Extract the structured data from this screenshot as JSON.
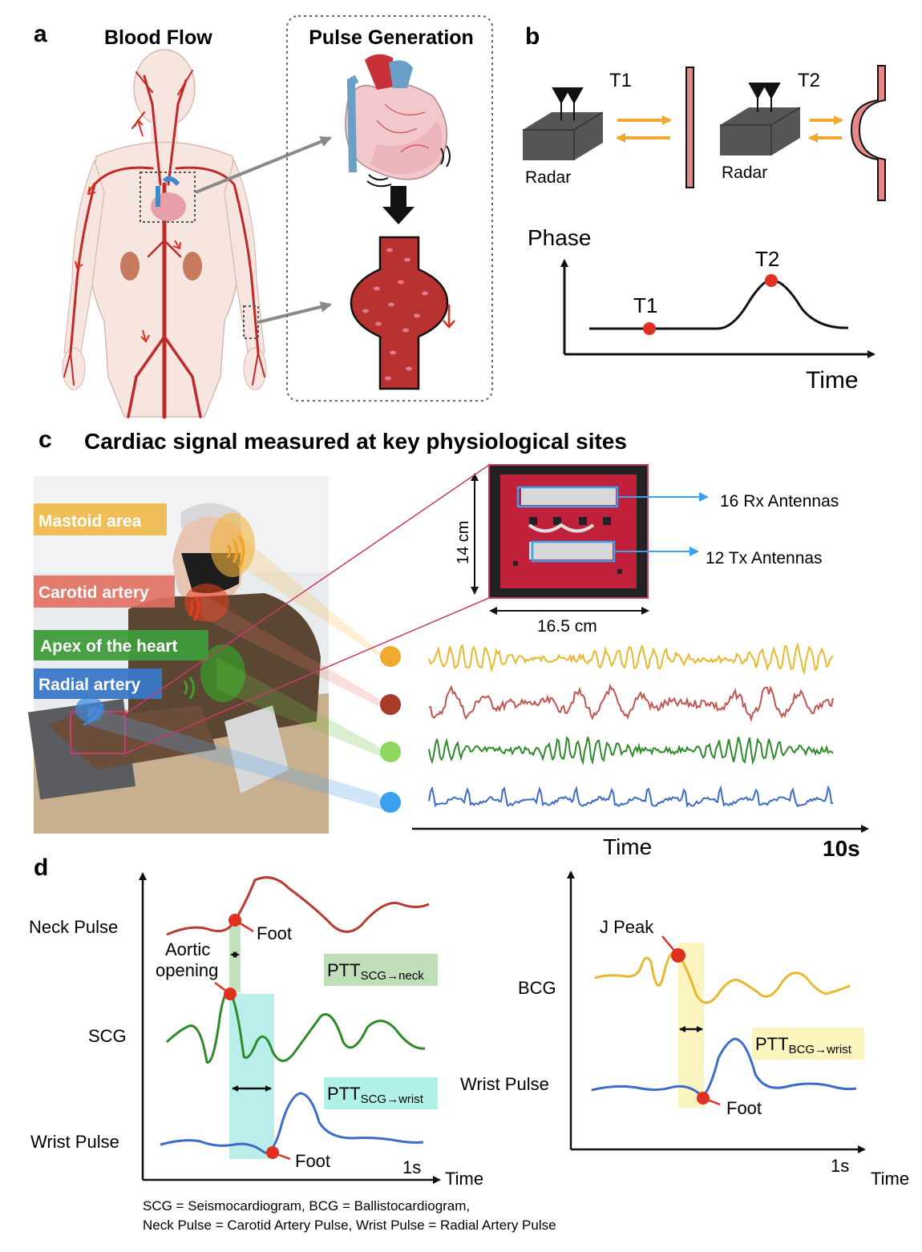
{
  "panel_a": {
    "letter": "a",
    "title_left": "Blood Flow",
    "title_right": "Pulse Generation"
  },
  "panel_b": {
    "letter": "b",
    "t1_label": "T1",
    "t2_label": "T2",
    "radar_label": "Radar",
    "y_axis": "Phase",
    "x_axis": "Time",
    "point_t1": "T1",
    "point_t2": "T2"
  },
  "panel_c": {
    "letter": "c",
    "title": "Cardiac signal measured at key physiological sites",
    "site_labels": [
      "Mastoid area",
      "Carotid artery",
      "Apex of the heart",
      "Radial artery"
    ],
    "site_colors": [
      "#f0b43c",
      "#e07060",
      "#3f9c3a",
      "#3a78c8"
    ],
    "dot_colors": [
      "#f0aa30",
      "#a83a2a",
      "#8fd860",
      "#3aa0f0"
    ],
    "trace_colors": [
      "#e8b830",
      "#c25550",
      "#2e8a2a",
      "#3c6cc8"
    ],
    "rx_label": "16 Rx Antennas",
    "tx_label": "12 Tx Antennas",
    "height_label": "14 cm",
    "width_label": "16.5 cm",
    "time_label": "Time",
    "duration_label": "10s"
  },
  "panel_d": {
    "letter": "d",
    "left": {
      "neck": "Neck Pulse",
      "scg": "SCG",
      "wrist": "Wrist Pulse",
      "foot1": "Foot",
      "aortic1": "Aortic",
      "aortic2": "opening",
      "ptt_neck_main": "PTT",
      "ptt_neck_sub": "SCG→neck",
      "ptt_wrist_main": "PTT",
      "ptt_wrist_sub": "SCG→wrist",
      "foot2": "Foot",
      "scale": "1s",
      "time": "Time"
    },
    "right": {
      "jpeak": "J Peak",
      "bcg": "BCG",
      "wrist": "Wrist Pulse",
      "ptt_main": "PTT",
      "ptt_sub": "BCG→wrist",
      "foot": "Foot",
      "scale": "1s",
      "time": "Time"
    },
    "footnote_1": "SCG = Seismocardiogram, BCG = Ballistocardiogram,",
    "footnote_2": "Neck Pulse = Carotid Artery Pulse, Wrist Pulse = Radial Artery Pulse"
  }
}
